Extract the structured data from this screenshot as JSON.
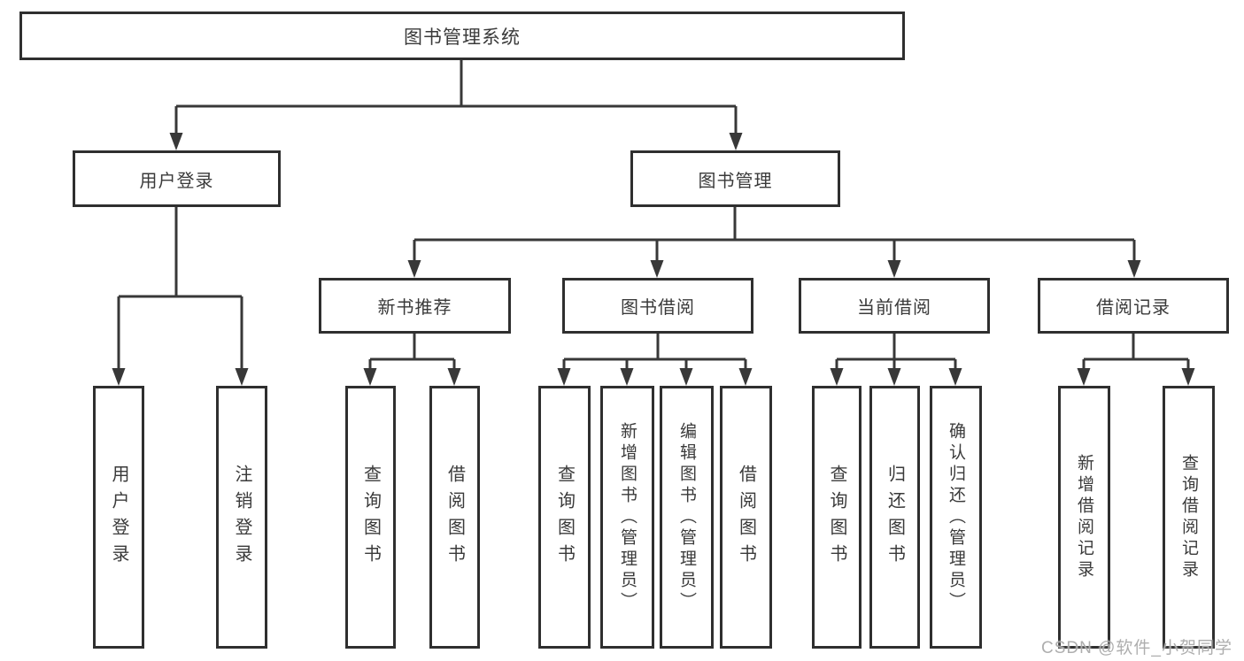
{
  "diagram": {
    "root": {
      "label": "图书管理系统"
    },
    "branches": [
      {
        "label": "用户登录",
        "children": [
          "用户登录",
          "注销登录"
        ]
      },
      {
        "label": "图书管理",
        "sections": [
          {
            "label": "新书推荐",
            "children": [
              "查询图书",
              "借阅图书"
            ]
          },
          {
            "label": "图书借阅",
            "children": [
              "查询图书",
              "新增图书（管理员）",
              "编辑图书（管理员）",
              "借阅图书"
            ]
          },
          {
            "label": "当前借阅",
            "children": [
              "查询图书",
              "归还图书",
              "确认归还（管理员）"
            ]
          },
          {
            "label": "借阅记录",
            "children": [
              "新增借阅记录",
              "查询借阅记录"
            ]
          }
        ]
      }
    ],
    "line_color": "#383838",
    "border_color": "#2f2f2f"
  },
  "watermark": {
    "text": "CSDN @软件_小贺同学"
  }
}
